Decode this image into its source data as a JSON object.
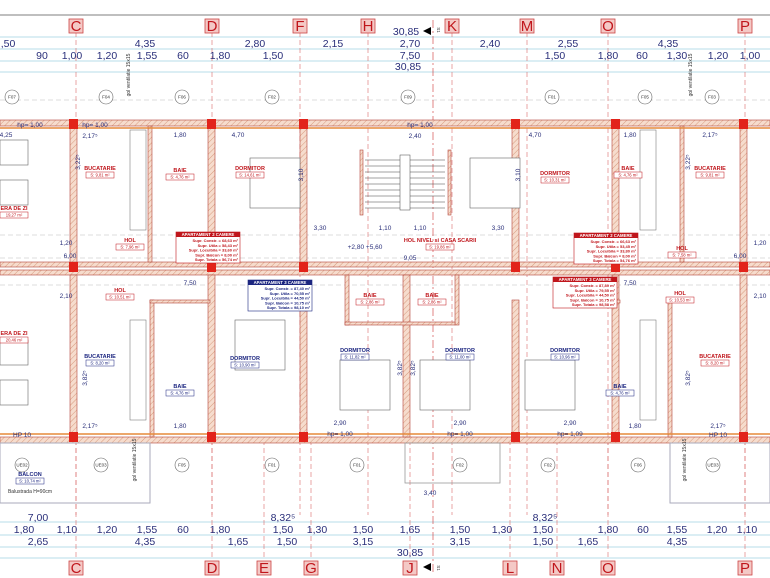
{
  "colors": {
    "wall_outline": "#b5453a",
    "wall_fill": "#f6dccd",
    "column": "#e2231a",
    "axis": "#c0161c",
    "dimension": "#2a2f7a",
    "grid": "#9fd0e0",
    "sill": "#e58a3a"
  },
  "top_axes": [
    "C",
    "D",
    "F",
    "H",
    "K",
    "M",
    "O",
    "P"
  ],
  "bottom_axes": [
    "C",
    "D",
    "E",
    "G",
    "J",
    "L",
    "N",
    "O",
    "P"
  ],
  "top_dims": {
    "row1": [
      ",50",
      "4,35",
      "2,80",
      "2,15",
      "2,70",
      "2,40",
      "2,55",
      "4,35"
    ],
    "row2": [
      "90",
      "1,00",
      "1,20",
      "1,55",
      "60",
      "1,80",
      "1,50",
      "7,50",
      "1,50",
      "1,80",
      "60",
      "1,30",
      "1,20",
      "1,00"
    ],
    "total_top": "30,85",
    "total": "30,85"
  },
  "bottom_dims": {
    "row0": [
      "7,00",
      "8,32⁵",
      "8,32⁵"
    ],
    "row1": [
      "1,80",
      "1,10",
      "1,20",
      "1,55",
      "60",
      "1,80",
      "1,50",
      "1,30",
      "1,50",
      "1,65",
      "1,50",
      "1,30",
      "1,50",
      "1,80",
      "60",
      "1,55",
      "1,20",
      "1,10"
    ],
    "row2": [
      "2,65",
      "4,35",
      "1,65",
      "1,50",
      "3,15",
      "3,15",
      "1,50",
      "1,65",
      "4,35"
    ],
    "total": "30,85"
  },
  "section_mark": "S1",
  "window_tags_top": [
    "F07",
    "F04",
    "F06",
    "F02",
    "F09",
    "F01",
    "F05",
    "F03"
  ],
  "window_tags_bottom": [
    "UE02",
    "UE03",
    "F05",
    "F01",
    "F01",
    "F02",
    "F02",
    "F06",
    "UE03"
  ],
  "ventilation": "gol ventilatie 15x15",
  "rooms": [
    {
      "name": "BUCATARIE",
      "area": "S: 9,81 m²"
    },
    {
      "name": "BAIE",
      "area": "S: 4,76 m²"
    },
    {
      "name": "DORMITOR",
      "area": "S: 14,61 m²"
    },
    {
      "name": "DORMITOR",
      "area": "S: 10,31 m²"
    },
    {
      "name": "BAIE",
      "area": "S: 4,76 m²"
    },
    {
      "name": "BUCATARIE",
      "area": "S: 9,81 m²"
    },
    {
      "name": "ERA DE ZI",
      "area": "19,27 m²"
    },
    {
      "name": "HOL",
      "area": "S: 7,96 m²"
    },
    {
      "name": "HOL NIVEL si CASA SCARII",
      "area": "S: 19,86 m²"
    },
    {
      "name": "HOL",
      "area": "S: 7,58 m²"
    },
    {
      "name": "HOL",
      "area": "S: 10,51 m²"
    },
    {
      "name": "BAIE",
      "area": "S: 2,86 m²"
    },
    {
      "name": "BAIE",
      "area": "S: 2,86 m²"
    },
    {
      "name": "HOL",
      "area": "S: 10,53 m²"
    },
    {
      "name": "ERA DE ZI",
      "area": "20,46 m²"
    },
    {
      "name": "BUCATARIE",
      "area": "S: 8,20 m²"
    },
    {
      "name": "DORMITOR",
      "area": "S: 10,90 m²"
    },
    {
      "name": "DORMITOR",
      "area": "S: 11,82 m²"
    },
    {
      "name": "DORMITOR",
      "area": "S: 11,00 m²"
    },
    {
      "name": "DORMITOR",
      "area": "S: 10,96 m²"
    },
    {
      "name": "BAIE",
      "area": "S: 4,76 m²"
    },
    {
      "name": "BAIE",
      "area": "S: 4,76 m²"
    },
    {
      "name": "BUCATARIE",
      "area": "S: 8,20 m²"
    },
    {
      "name": "BALCON",
      "area": "S: 10,74 m²"
    }
  ],
  "balcony_note": "Balustrada H=90cm",
  "apartments": [
    {
      "title": "APARTAMENT 2 CAMERE",
      "lines": [
        "Supr. Constr. = 68,63 m²",
        "Supr. Utila = 58,43 m²",
        "Supr. Locuibila = 33,60 m²",
        "Supr. Balcon = 8,00 m²",
        "Supr. Totala = 56,74 m²"
      ]
    },
    {
      "title": "APARTAMENT 2 CAMERE",
      "lines": [
        "Supr. Constr. = 66,63 m²",
        "Supr. Utila = 53,45 m²",
        "Supr. Locuibila = 33,80 m²",
        "Supr. Balcon = 8,00 m²",
        "Supr. Totala = 54,76 m²"
      ]
    },
    {
      "title": "APARTAMENT 3 CAMERE",
      "lines": [
        "Supr. Constr. = 87,40 m²",
        "Supr. Utila = 70,55 m²",
        "Supr. Locuibila = 44,50 m²",
        "Supr. Balcon = 10,75 m²",
        "Supr. Totala = 98,10 m²"
      ]
    },
    {
      "title": "APARTAMENT 3 CAMERE",
      "lines": [
        "Supr. Constr. = 87,89 m²",
        "Supr. Utila = 79,55 m²",
        "Supr. Locuibila = 44,50 m²",
        "Supr. Balcon = 10,75 m²",
        "Supr. Totala = 98,58 m²"
      ]
    }
  ],
  "inner_dims": [
    "4,25",
    "hp= 1,00",
    "2,17⁵",
    "hp= 1,00",
    "1,80",
    "4,70",
    "hp= 1,00",
    "2,40",
    "4,70",
    "1,80",
    "2,17⁵",
    "3,30",
    "1,10",
    "1,10",
    "3,30",
    "+2,80 +5,60",
    "9,05",
    "6,00",
    "6,00",
    "7,50",
    "7,50",
    "2,90",
    "2,90",
    "2,90",
    "hp= 1,00",
    "hp= 1,00",
    "hp= 1,09",
    "2,17⁵",
    "1,80",
    "1,80",
    "2,17⁵",
    "HP 10",
    "HP 10",
    "3,40",
    "1,20",
    "1,20",
    "2,10",
    "2,10",
    "3,82⁵",
    "3,82⁵",
    "3,82⁵",
    "3,82⁵",
    "3,22⁵",
    "3,10",
    "3,10",
    "3,22⁵"
  ]
}
